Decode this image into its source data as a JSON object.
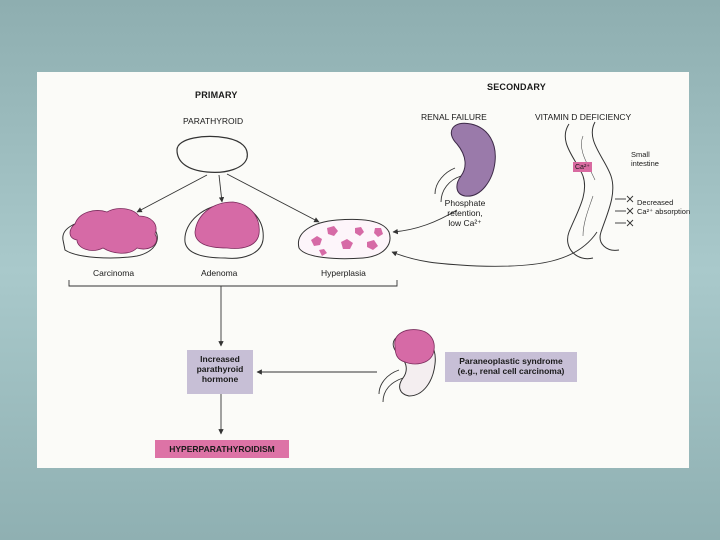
{
  "headings": {
    "primary": "PRIMARY",
    "secondary": "SECONDARY"
  },
  "parathyroid_label": "PARATHYROID",
  "renal_failure": "RENAL FAILURE",
  "vitamin_d_deficiency": "VITAMIN D DEFICIENCY",
  "ca_tag": "Ca²⁺",
  "small_intestine": [
    "Small",
    "intestine"
  ],
  "decreased_ca_absorption": [
    "Decreased",
    "Ca²⁺ absorption"
  ],
  "phosphate_retention": [
    "Phosphate",
    "retention,",
    "low Ca²⁺"
  ],
  "glands": {
    "carcinoma": "Carcinoma",
    "adenoma": "Adenoma",
    "hyperplasia": "Hyperplasia"
  },
  "increased_pth": [
    "Increased",
    "parathyroid",
    "hormone"
  ],
  "paraneoplastic": [
    "Paraneoplastic syndrome",
    "(e.g., renal cell carcinoma)"
  ],
  "hyperparathyroidism": "HYPERPARATHYROIDISM",
  "colors": {
    "gland_pink": "#d66aa6",
    "kidney_purple": "#9a7aaa",
    "box_lavender": "#c7bfd6",
    "hyper_box": "#dd73a6"
  }
}
